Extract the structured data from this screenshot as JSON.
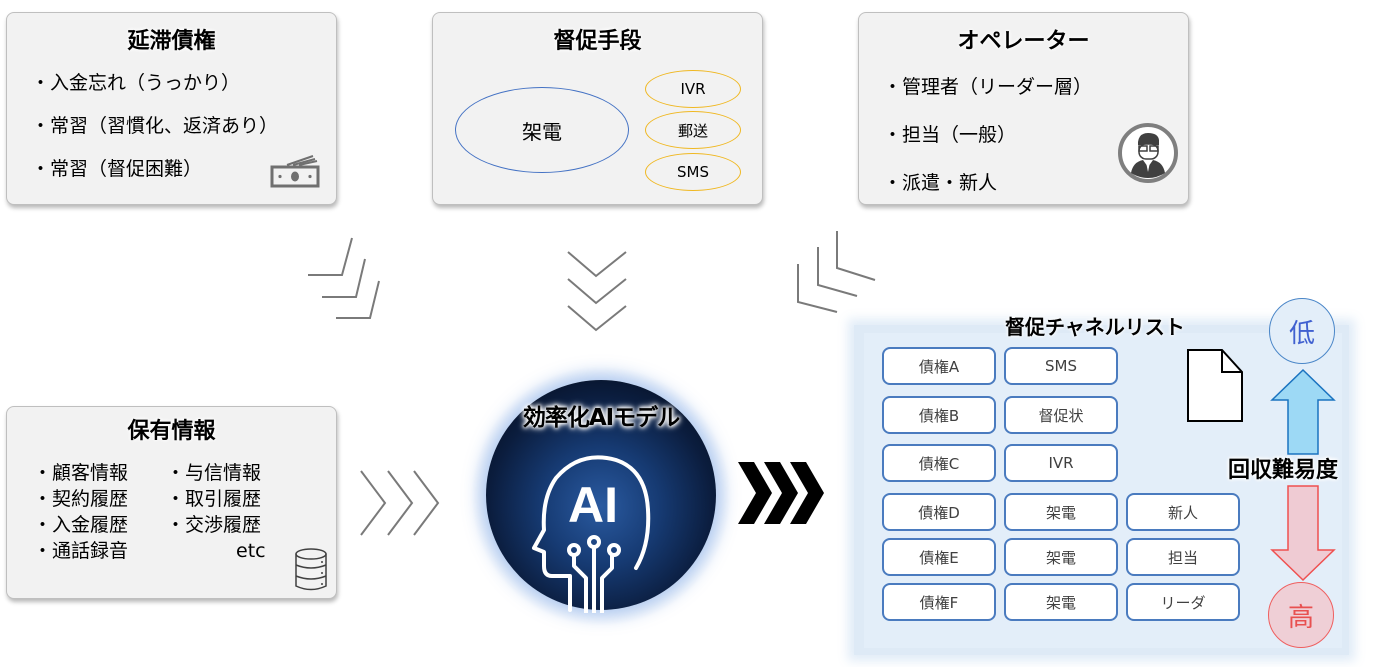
{
  "cards": {
    "delinquent": {
      "title": "延滞債権",
      "items": [
        "・入金忘れ（うっかり）",
        "・常習（習慣化、返済あり）",
        "・常習（督促困難）"
      ],
      "icon": "money-icon"
    },
    "methods": {
      "title": "督促手段",
      "main": "架電",
      "others": [
        "IVR",
        "郵送",
        "SMS"
      ]
    },
    "operator": {
      "title": "オペレーター",
      "items": [
        "・管理者（リーダー層）",
        "・担当（一般）",
        "・派遣・新人"
      ],
      "icon": "person-icon"
    },
    "data": {
      "title": "保有情報",
      "col1": [
        "・顧客情報",
        "・契約履歴",
        "・入金履歴",
        "・通話録音"
      ],
      "col2": [
        "・与信情報",
        "・取引履歴",
        "・交渉履歴"
      ],
      "etc": "etc",
      "icon": "database-icon"
    }
  },
  "ai_model": {
    "title": "効率化AIモデル",
    "icon_text": "AI"
  },
  "output": {
    "title": "督促チャネルリスト",
    "rows": [
      [
        "債権A",
        "SMS",
        ""
      ],
      [
        "債権B",
        "督促状",
        ""
      ],
      [
        "債権C",
        "IVR",
        ""
      ],
      [
        "債権D",
        "架電",
        "新人"
      ],
      [
        "債権E",
        "架電",
        "担当"
      ],
      [
        "債権F",
        "架電",
        "リーダ"
      ]
    ]
  },
  "scale": {
    "low": "低",
    "high": "高",
    "label": "回収難易度"
  },
  "colors": {
    "card_bg": "#f2f2f2",
    "call_ellipse": "#4472c4",
    "channel_ellipse": "#f0b822",
    "chip_border": "#4a7bbf",
    "panel_bg": "#e3eef9",
    "low_color": "#4060d0",
    "high_color": "#e85050",
    "arrow_up": "#9dd9f5",
    "arrow_down": "#efcbd3"
  }
}
